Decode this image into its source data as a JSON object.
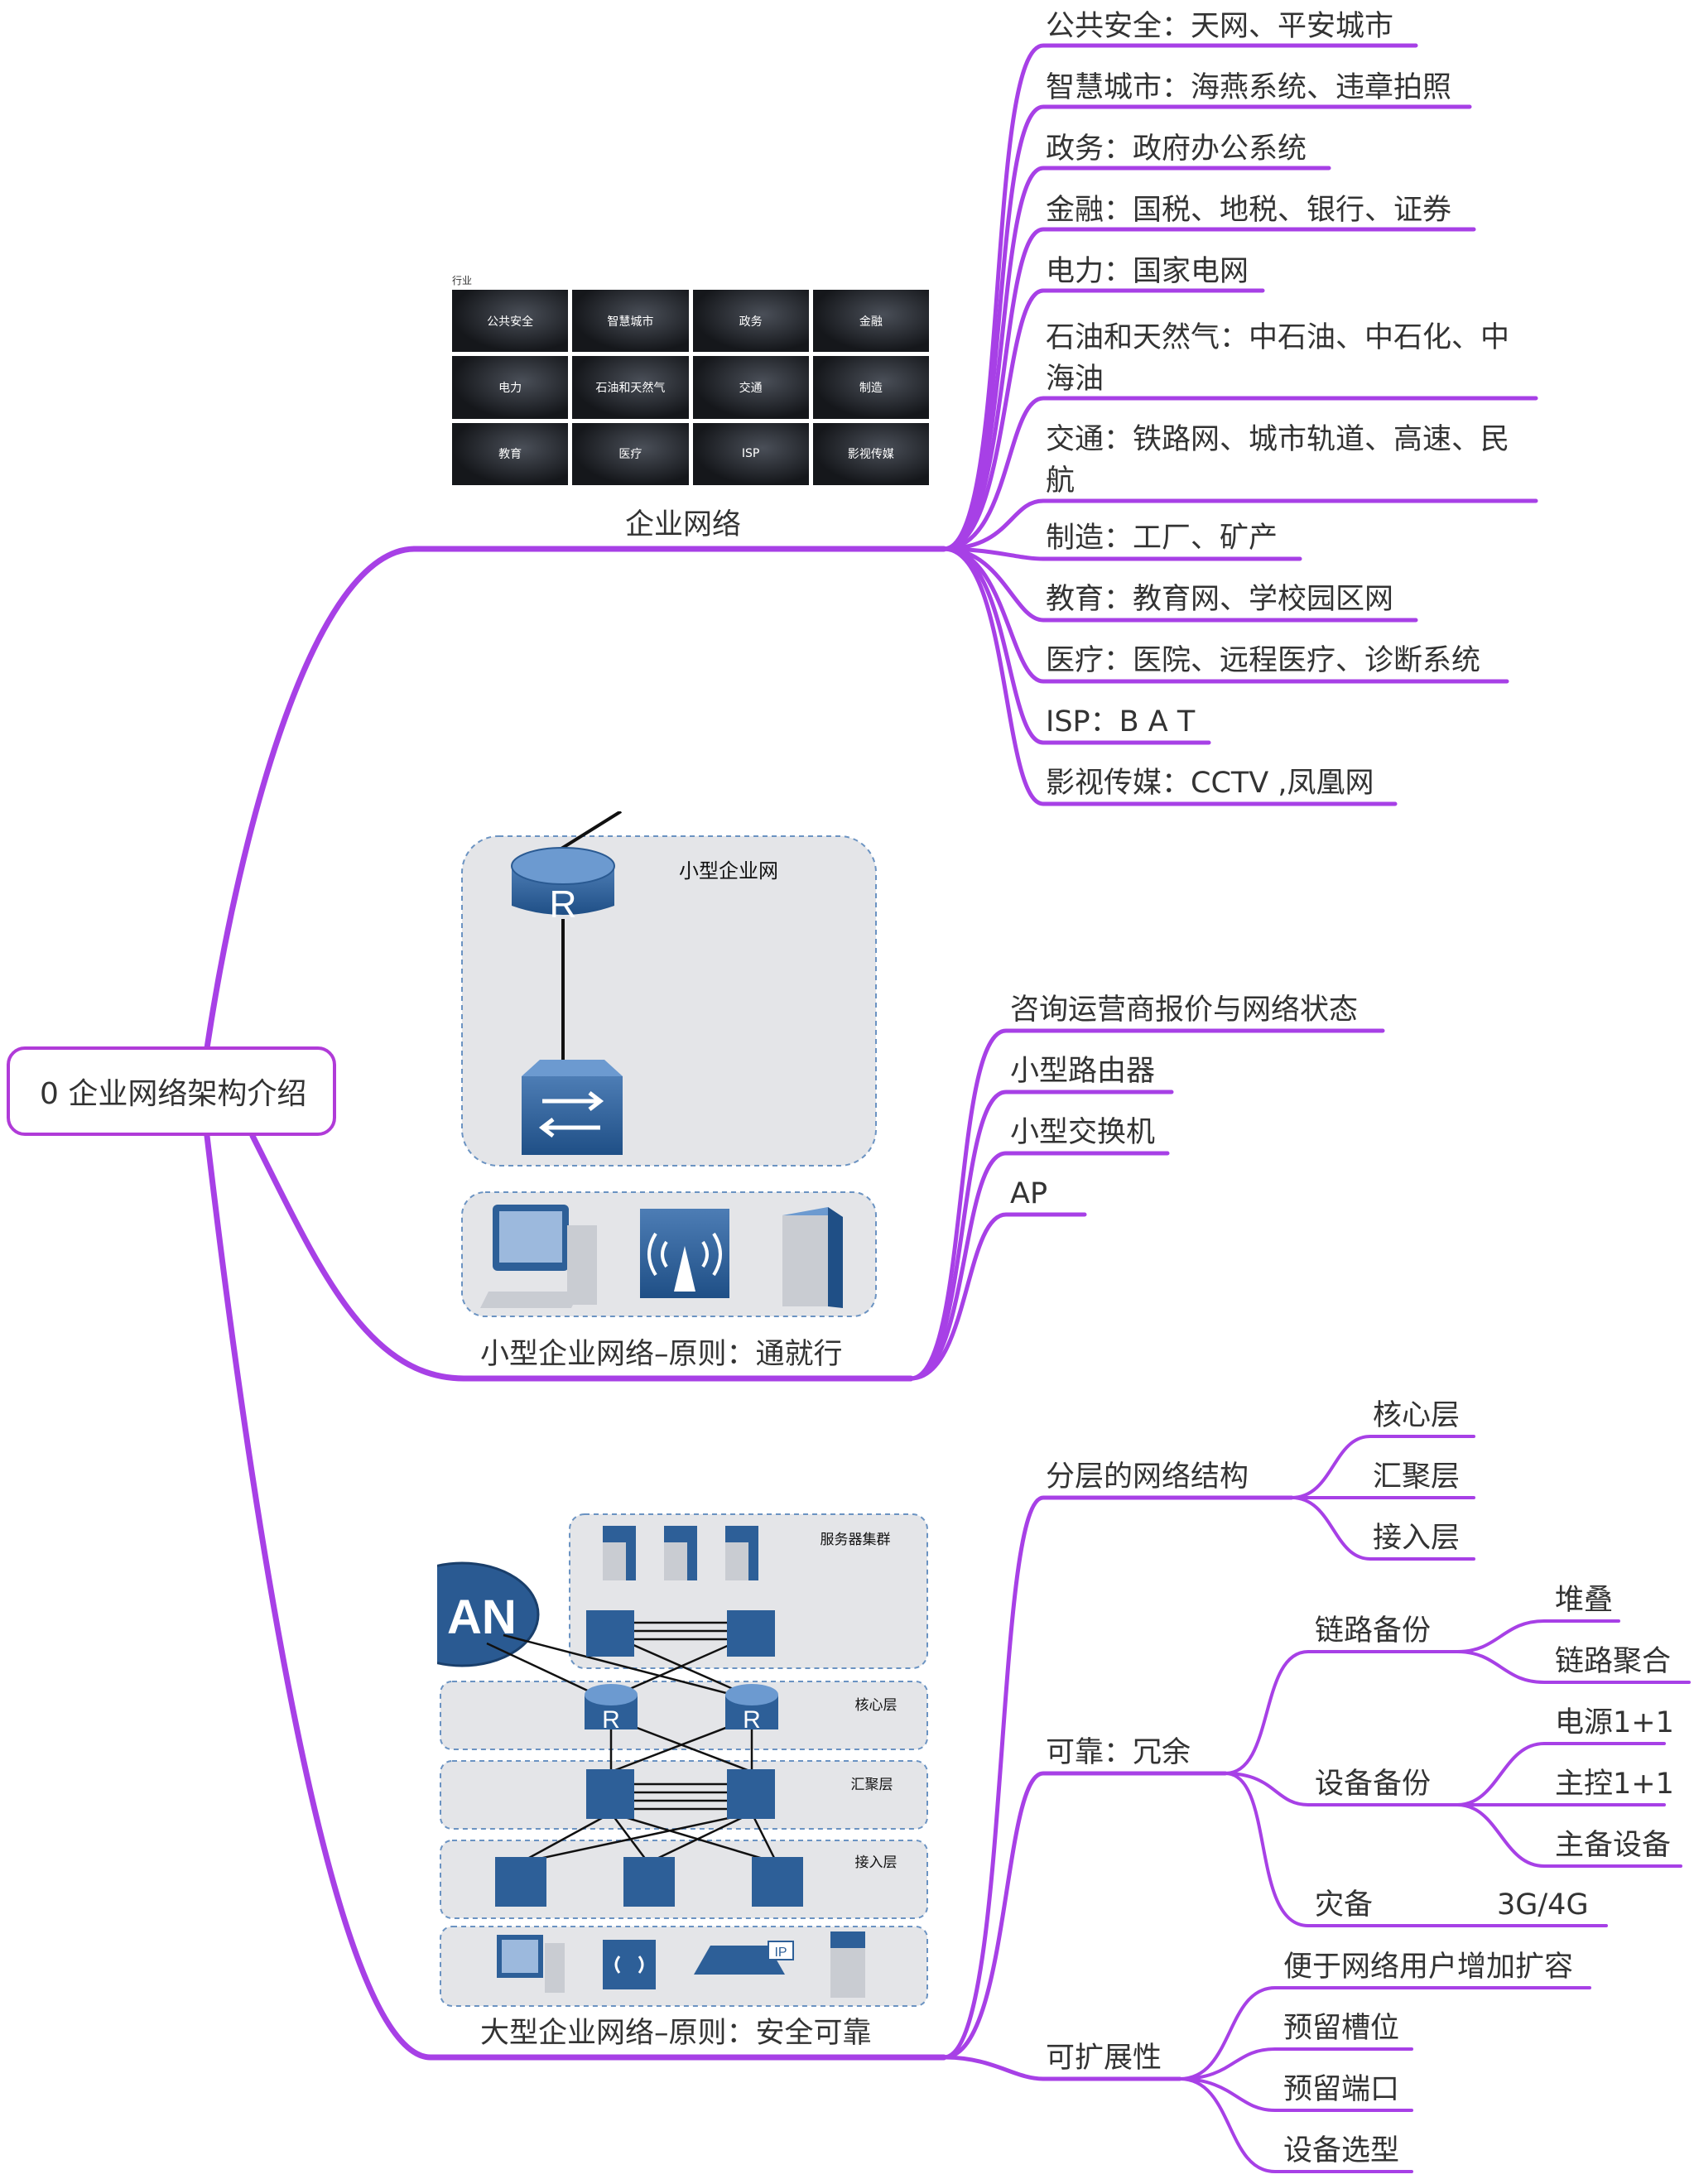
{
  "colors": {
    "branch": "#a740e6",
    "root_border": "#b03bd8",
    "node_text": "#333333"
  },
  "root": {
    "label": "0 企业网络架构介绍"
  },
  "branches": {
    "enterprise": {
      "label": "企业网络",
      "image": {
        "title": "行业",
        "cells": [
          "公共安全",
          "智慧城市",
          "政务",
          "金融",
          "电力",
          "石油和天然气",
          "交通",
          "制造",
          "教育",
          "医疗",
          "ISP",
          "影视传媒"
        ]
      },
      "children": [
        "公共安全：天网、平安城市",
        "智慧城市：海燕系统、违章拍照",
        "政务：政府办公系统",
        "金融：国税、地税、银行、证券",
        "电力：国家电网",
        "石油和天然气：中石油、中石化、中海油",
        "交通：铁路网、城市轨道、高速、民航",
        "制造：工厂、矿产",
        "教育：教育网、学校园区网",
        "医疗：医院、远程医疗、诊断系统",
        "ISP：B A T",
        "影视传媒：CCTV ,凤凰网"
      ]
    },
    "small": {
      "label": "小型企业网络–原则：通就行",
      "image": {
        "zone_label": "小型企业网",
        "router_letter": "R"
      },
      "children": [
        "咨询运营商报价与网络状态",
        "小型路由器",
        "小型交换机",
        "AP"
      ]
    },
    "large": {
      "label": "大型企业网络–原则：安全可靠",
      "image": {
        "wan_text": "AN",
        "server_label": "服务器集群",
        "core_label": "核心层",
        "agg_label": "汇聚层",
        "access_label": "接入层",
        "router_letter": "R",
        "phone_text": "IP"
      },
      "children": {
        "layered": {
          "label": "分层的网络结构",
          "children": [
            "核心层",
            "汇聚层",
            "接入层"
          ]
        },
        "reliable": {
          "label": "可靠：冗余",
          "children": {
            "link": {
              "label": "链路备份",
              "children": [
                "堆叠",
                "链路聚合"
              ]
            },
            "device": {
              "label": "设备备份",
              "children": [
                "电源1+1",
                "主控1+1",
                "主备设备"
              ]
            },
            "disaster": {
              "label": "灾备",
              "child": "3G/4G"
            }
          }
        },
        "scalable": {
          "label": "可扩展性",
          "children": [
            "便于网络用户增加扩容",
            "预留槽位",
            "预留端口",
            "设备选型"
          ]
        }
      }
    }
  }
}
